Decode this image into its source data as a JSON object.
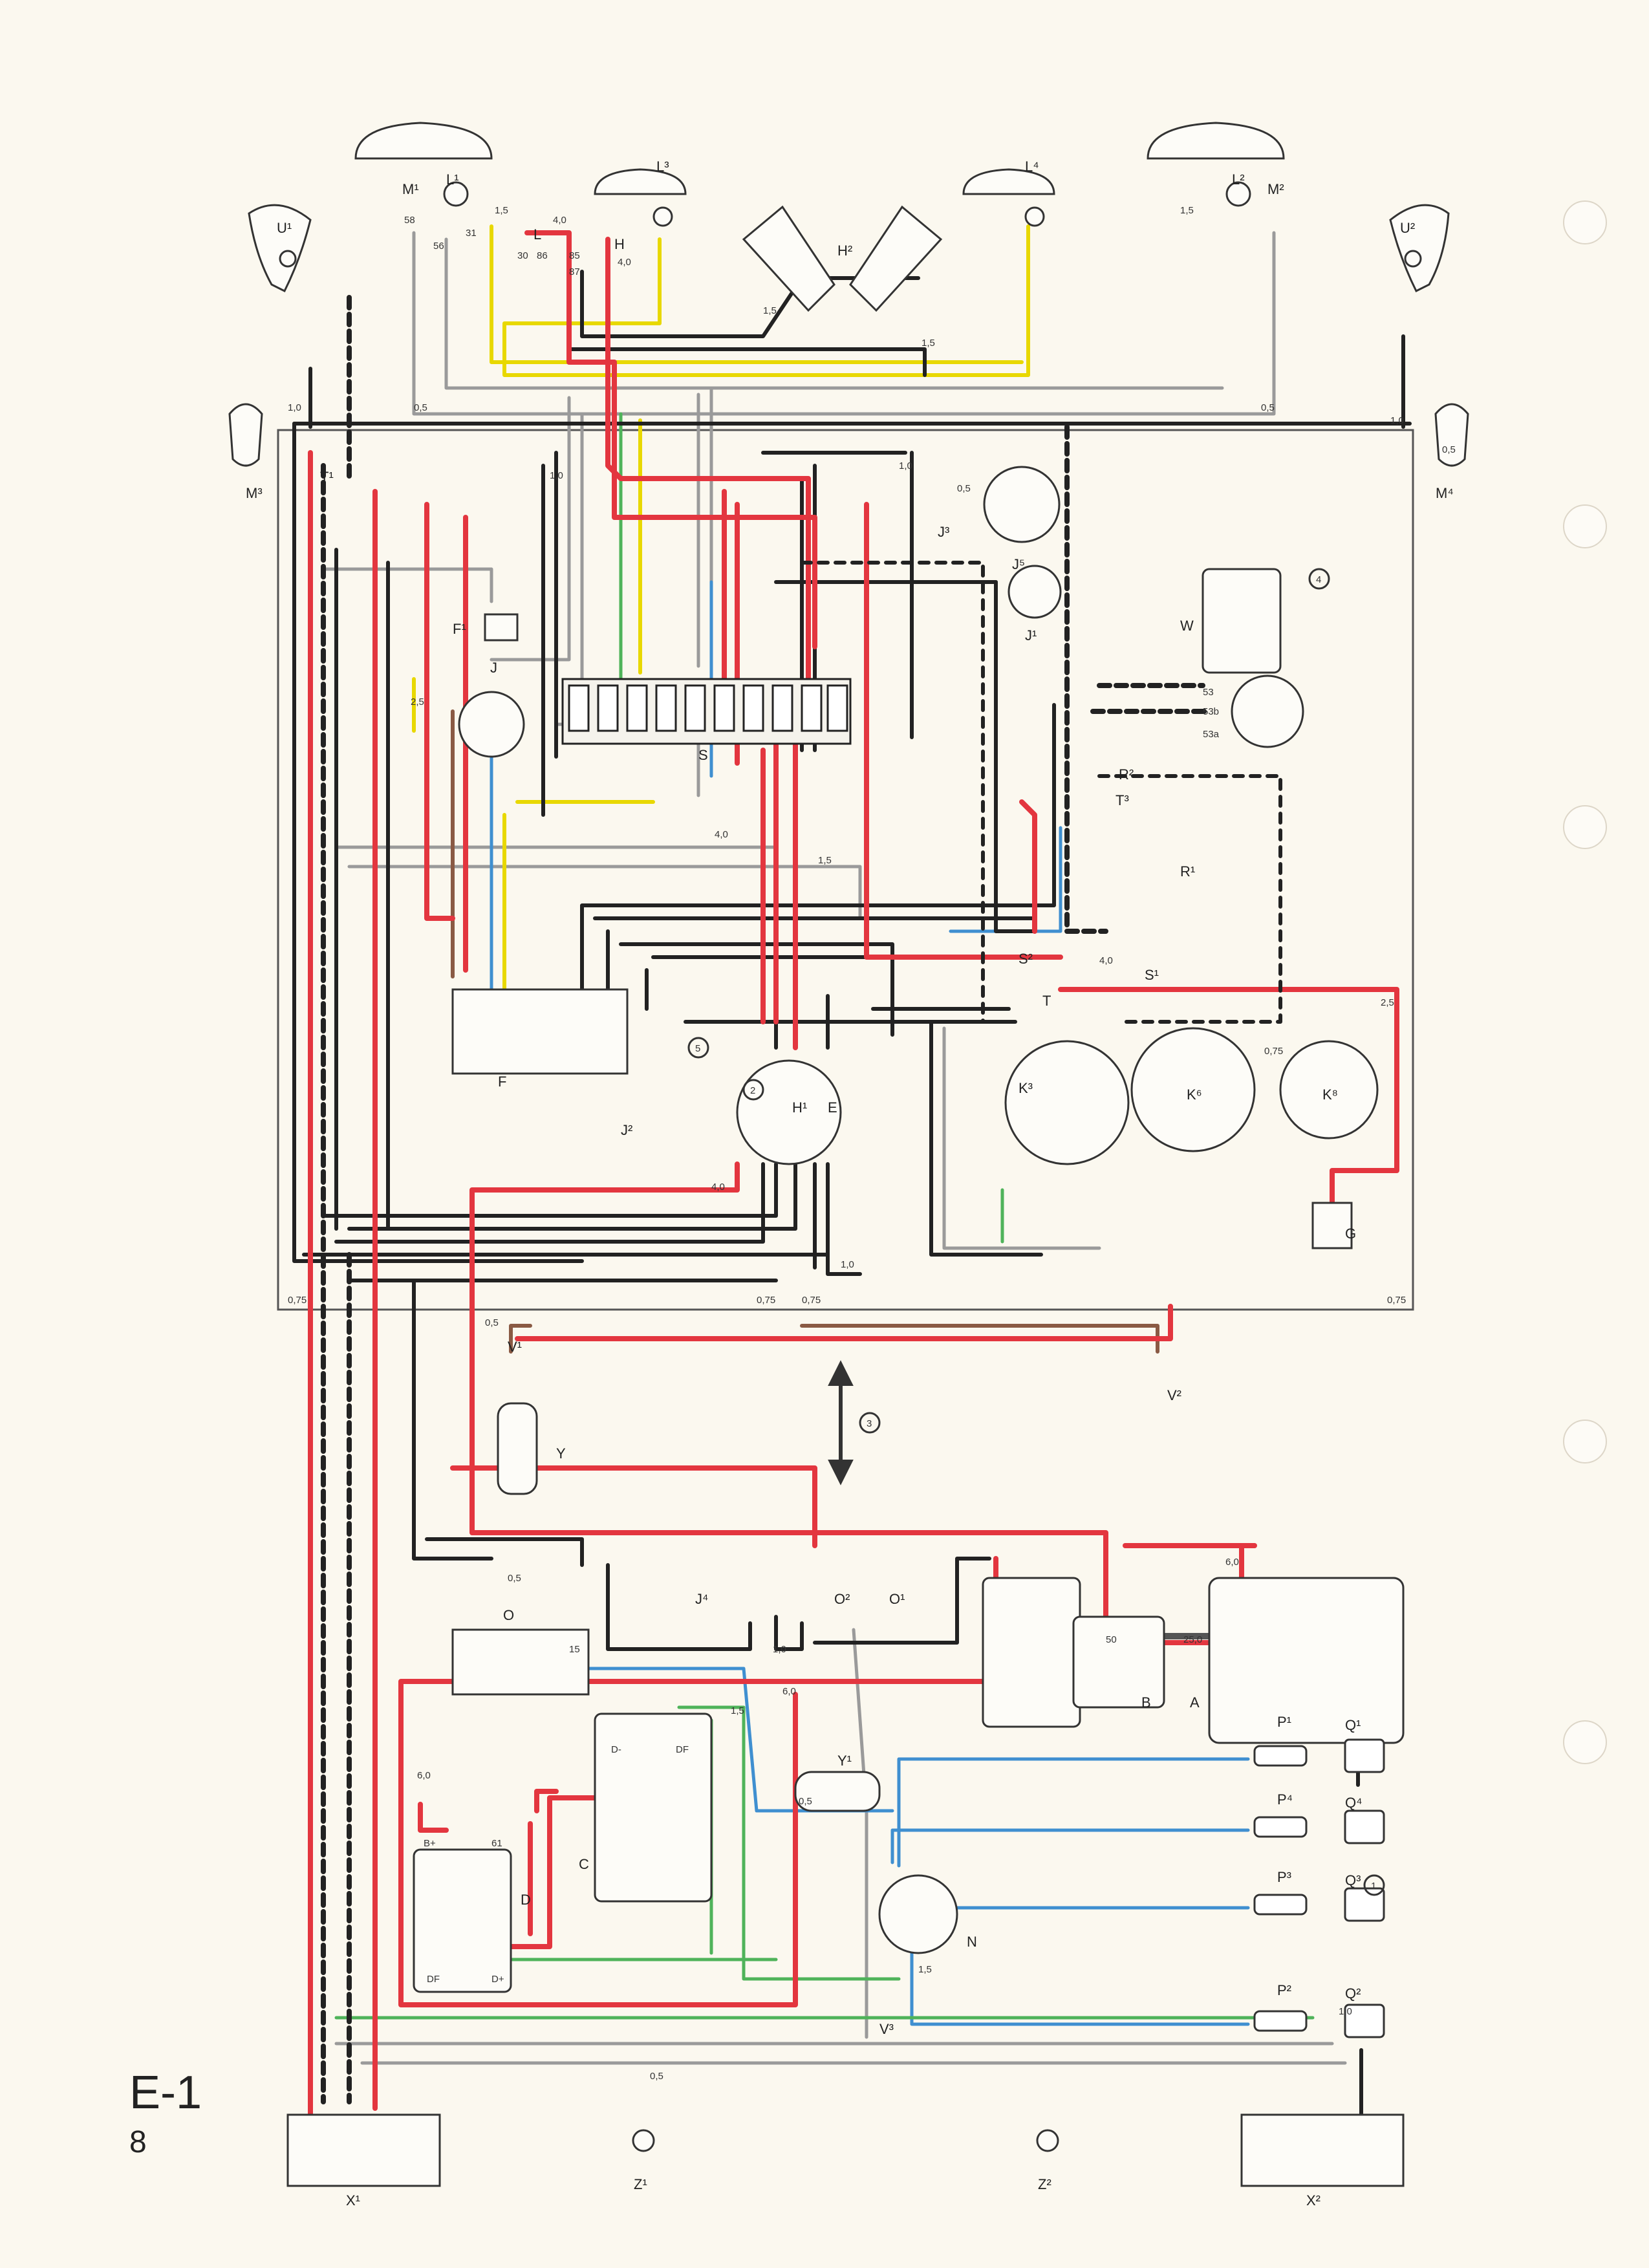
{
  "page": {
    "code": "E-1",
    "number": "8"
  },
  "colors": {
    "red": "#e3363f",
    "black": "#222222",
    "grey": "#9a9a9a",
    "yellow": "#f2e100",
    "blue": "#3f8fd0",
    "green": "#4fb35a",
    "brown": "#8a5a44",
    "paper": "#fbf8ef"
  },
  "components": [
    {
      "id": "L1",
      "text": "L¹"
    },
    {
      "id": "L2",
      "text": "L²"
    },
    {
      "id": "L3",
      "text": "L³"
    },
    {
      "id": "L4",
      "text": "L⁴"
    },
    {
      "id": "M1",
      "text": "M¹"
    },
    {
      "id": "M2",
      "text": "M²"
    },
    {
      "id": "M3",
      "text": "M³"
    },
    {
      "id": "M4",
      "text": "M⁴"
    },
    {
      "id": "U1",
      "text": "U¹"
    },
    {
      "id": "U2",
      "text": "U²"
    },
    {
      "id": "H2",
      "text": "H²"
    },
    {
      "id": "L",
      "text": "L"
    },
    {
      "id": "H",
      "text": "H"
    },
    {
      "id": "T1",
      "text": "T¹"
    },
    {
      "id": "F1",
      "text": "F¹"
    },
    {
      "id": "J",
      "text": "J"
    },
    {
      "id": "S",
      "text": "S"
    },
    {
      "id": "J3",
      "text": "J³"
    },
    {
      "id": "J5",
      "text": "J⁵"
    },
    {
      "id": "J1",
      "text": "J¹"
    },
    {
      "id": "W",
      "text": "W"
    },
    {
      "id": "T3",
      "text": "T³"
    },
    {
      "id": "R2",
      "text": "R²"
    },
    {
      "id": "R1",
      "text": "R¹"
    },
    {
      "id": "S2",
      "text": "S²"
    },
    {
      "id": "S1",
      "text": "S¹"
    },
    {
      "id": "T",
      "text": "T"
    },
    {
      "id": "F",
      "text": "F"
    },
    {
      "id": "E",
      "text": "E"
    },
    {
      "id": "H1",
      "text": "H¹"
    },
    {
      "id": "J2",
      "text": "J²"
    },
    {
      "id": "K3",
      "text": "K³"
    },
    {
      "id": "K6",
      "text": "K⁶"
    },
    {
      "id": "K8",
      "text": "K⁸"
    },
    {
      "id": "G",
      "text": "G"
    },
    {
      "id": "V1",
      "text": "V¹"
    },
    {
      "id": "V2",
      "text": "V²"
    },
    {
      "id": "Y",
      "text": "Y"
    },
    {
      "id": "J4",
      "text": "J⁴"
    },
    {
      "id": "O2",
      "text": "O²"
    },
    {
      "id": "O1",
      "text": "O¹"
    },
    {
      "id": "O",
      "text": "O"
    },
    {
      "id": "B",
      "text": "B"
    },
    {
      "id": "A",
      "text": "A"
    },
    {
      "id": "Y1",
      "text": "Y¹"
    },
    {
      "id": "C",
      "text": "C"
    },
    {
      "id": "D",
      "text": "D"
    },
    {
      "id": "N",
      "text": "N"
    },
    {
      "id": "P1",
      "text": "P¹"
    },
    {
      "id": "P4",
      "text": "P⁴"
    },
    {
      "id": "P3",
      "text": "P³"
    },
    {
      "id": "P2",
      "text": "P²"
    },
    {
      "id": "Q1",
      "text": "Q¹"
    },
    {
      "id": "Q4",
      "text": "Q⁴"
    },
    {
      "id": "Q3",
      "text": "Q³"
    },
    {
      "id": "Q2",
      "text": "Q²"
    },
    {
      "id": "V3",
      "text": "V³"
    },
    {
      "id": "X1",
      "text": "X¹"
    },
    {
      "id": "X2",
      "text": "X²"
    },
    {
      "id": "Z1",
      "text": "Z¹"
    },
    {
      "id": "Z2",
      "text": "Z²"
    }
  ],
  "wire_gauges": [
    {
      "id": "g1",
      "text": "1,5"
    },
    {
      "id": "g2",
      "text": "1,5"
    },
    {
      "id": "g3",
      "text": "4,0"
    },
    {
      "id": "g4",
      "text": "4,0"
    },
    {
      "id": "g5",
      "text": "1,5"
    },
    {
      "id": "g6",
      "text": "1,5"
    },
    {
      "id": "g7",
      "text": "0,5"
    },
    {
      "id": "g8",
      "text": "0,5"
    },
    {
      "id": "g9",
      "text": "1,0"
    },
    {
      "id": "g10",
      "text": "0,5"
    },
    {
      "id": "g11",
      "text": "1,0"
    },
    {
      "id": "g12",
      "text": "1,0"
    },
    {
      "id": "g13",
      "text": "1,0"
    },
    {
      "id": "g14",
      "text": "0,5"
    },
    {
      "id": "g15",
      "text": "2,5"
    },
    {
      "id": "g16",
      "text": "4,0"
    },
    {
      "id": "g17",
      "text": "1,5"
    },
    {
      "id": "g18",
      "text": "0,75"
    },
    {
      "id": "g19",
      "text": "4,0"
    },
    {
      "id": "g20",
      "text": "2,5"
    },
    {
      "id": "g21",
      "text": "0,75"
    },
    {
      "id": "g22",
      "text": "0,75"
    },
    {
      "id": "g23",
      "text": "4,0"
    },
    {
      "id": "g24",
      "text": "1,0"
    },
    {
      "id": "g25",
      "text": "0,5"
    },
    {
      "id": "g26",
      "text": "6,0"
    },
    {
      "id": "g27",
      "text": "25,0"
    },
    {
      "id": "g28",
      "text": "6,0"
    },
    {
      "id": "g29",
      "text": "6,0"
    },
    {
      "id": "g30",
      "text": "1,0"
    },
    {
      "id": "g31",
      "text": "1,5"
    },
    {
      "id": "g32",
      "text": "0,5"
    },
    {
      "id": "g33",
      "text": "1,5"
    },
    {
      "id": "g34",
      "text": "0,5"
    },
    {
      "id": "g35",
      "text": "1,0"
    },
    {
      "id": "g36",
      "text": "0,75"
    },
    {
      "id": "g37",
      "text": "0,75"
    },
    {
      "id": "g38",
      "text": "0,5"
    }
  ],
  "terminals": [
    {
      "id": "t1",
      "text": "56"
    },
    {
      "id": "t2",
      "text": "31"
    },
    {
      "id": "t3",
      "text": "58"
    },
    {
      "id": "t4",
      "text": "30"
    },
    {
      "id": "t5",
      "text": "86"
    },
    {
      "id": "t6",
      "text": "85"
    },
    {
      "id": "t7",
      "text": "87"
    },
    {
      "id": "t8",
      "text": "53"
    },
    {
      "id": "t9",
      "text": "53b"
    },
    {
      "id": "t10",
      "text": "53a"
    },
    {
      "id": "t11",
      "text": "50"
    },
    {
      "id": "t12",
      "text": "15"
    },
    {
      "id": "t13",
      "text": "D-"
    },
    {
      "id": "t14",
      "text": "DF"
    },
    {
      "id": "t15",
      "text": "B+"
    },
    {
      "id": "t16",
      "text": "61"
    },
    {
      "id": "t17",
      "text": "D+"
    },
    {
      "id": "t18",
      "text": "DF"
    }
  ],
  "markers": [
    {
      "id": "m1",
      "text": "1"
    },
    {
      "id": "m2",
      "text": "2"
    },
    {
      "id": "m3",
      "text": "3"
    },
    {
      "id": "m4",
      "text": "4"
    },
    {
      "id": "m5",
      "text": "5"
    }
  ]
}
